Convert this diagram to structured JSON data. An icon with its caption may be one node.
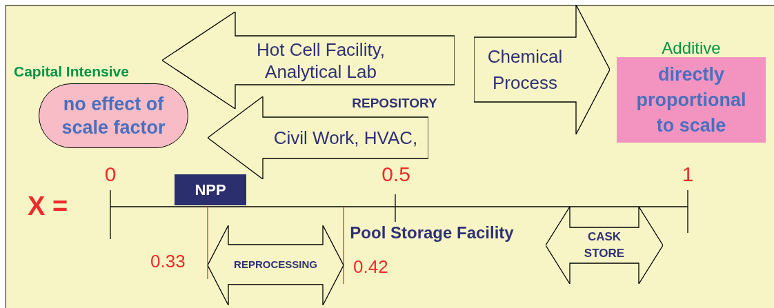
{
  "diagram": {
    "nodes": [
      {
        "text": [
          "Hot Cell Facility, Analytical Lab"
        ]
      },
      {
        "text": [
          "Chemical Process"
        ]
      },
      {
        "text": [
          "Additive",
          "directly proportional to scale"
        ]
      },
      {
        "text": [
          "Capital Intensive",
          "no effect of scale factor"
        ]
      },
      {
        "text": [
          "Civil Work, HVAC,"
        ]
      },
      {
        "text": [
          "NPP"
        ]
      },
      {
        "text": [
          "REPROCESSING"
        ]
      },
      {
        "text": [
          "CASK STORE"
        ]
      }
    ],
    "labels": [
      "REPOSITORY",
      "0",
      "0.5",
      "1",
      "X =",
      "Pool Storage Facility",
      "0.33",
      "0.42"
    ]
  }
}
